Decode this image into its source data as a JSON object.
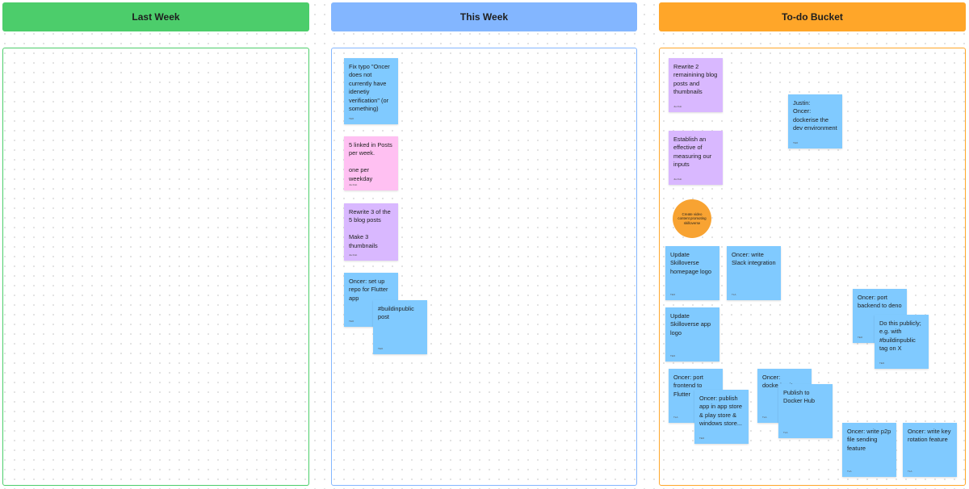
{
  "columns": {
    "last_week": {
      "title": "Last Week",
      "color": "#4ccd6b"
    },
    "this_week": {
      "title": "This Week",
      "color": "#83b6ff"
    },
    "todo": {
      "title": "To-do Bucket",
      "color": "#ffa629"
    }
  },
  "this_week_notes": [
    {
      "text": "Fix typo \"Oncer does not currently have idenetiy verification\" (or something)",
      "author": "TEO",
      "color": "blue"
    },
    {
      "text": "5 linked in Posts per week.\n\none per weekday",
      "author": "Jia Rutt",
      "color": "pink"
    },
    {
      "text": "Rewrite 3 of the 5 blog posts\n\nMake 3 thumbnails",
      "author": "Jia Rutt",
      "color": "purple"
    },
    {
      "text": "Oncer: set up repo for Flutter app",
      "author": "TEO",
      "color": "blue"
    },
    {
      "text": "#buildinpublic post",
      "author": "TEO",
      "color": "blue"
    }
  ],
  "todo_notes": [
    {
      "text": "Rewrite 2 remainining blog posts and thumbnails",
      "author": "Jia Rutt",
      "color": "purple"
    },
    {
      "text": "Justin:\nOncer: dockerise the dev environment",
      "author": "TEO",
      "color": "blue"
    },
    {
      "text": "Establish an effective of measuring our inputs",
      "author": "Jia Rutt",
      "color": "purple"
    },
    {
      "text": "Update Skilloverse homepage logo",
      "author": "TEO",
      "color": "blue"
    },
    {
      "text": "Oncer: write Slack integration",
      "author": "TLA",
      "color": "blue"
    },
    {
      "text": "Update Skilloverse app logo",
      "author": "TEO",
      "color": "blue"
    },
    {
      "text": "Oncer: port backend to deno",
      "author": "TEO",
      "color": "blue"
    },
    {
      "text": "Do this publicly; e.g. with #buildinpublic tag on X",
      "author": "TEO",
      "color": "blue"
    },
    {
      "text": "Oncer: port frontend to Flutter",
      "author": "TLA",
      "color": "blue"
    },
    {
      "text": "Oncer: publish app in app store & play store & windows store...",
      "author": "TEO",
      "color": "blue"
    },
    {
      "text": "Oncer: dockerise it",
      "author": "TLA",
      "color": "blue"
    },
    {
      "text": "Publish to Docker Hub",
      "author": "TLA",
      "color": "blue"
    },
    {
      "text": "Oncer: write p2p file sending feature",
      "author": "TLA",
      "color": "blue"
    },
    {
      "text": "Oncer: write key rotation feature",
      "author": "TLA",
      "color": "blue"
    }
  ],
  "todo_circle": {
    "text": "Create video content promoting skilloverse",
    "color": "#f8a332"
  }
}
